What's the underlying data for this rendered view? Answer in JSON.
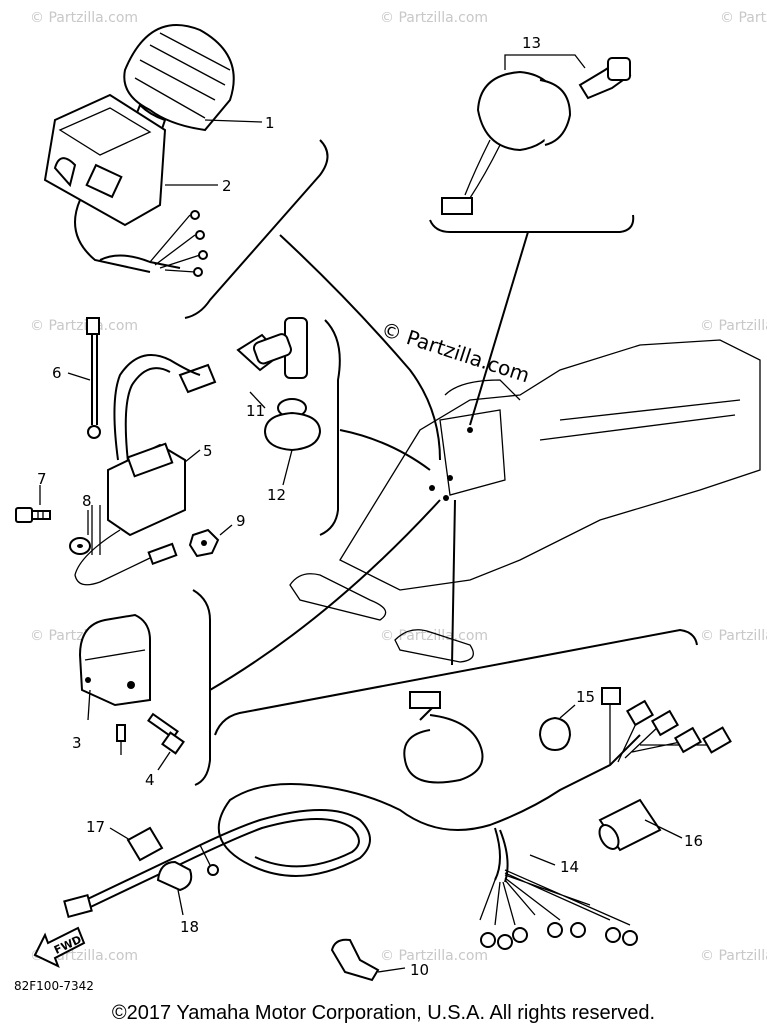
{
  "watermark": {
    "center_text": "© Partzilla.com",
    "tile_text": "© Partzilla.com"
  },
  "callouts": {
    "p1": "1",
    "p2": "2",
    "p3": "3",
    "p4": "4",
    "p5": "5",
    "p6": "6",
    "p7": "7",
    "p8": "8",
    "p9": "9",
    "p10": "10",
    "p11": "11",
    "p12": "12",
    "p13": "13",
    "p14": "14",
    "p15": "15",
    "p16": "16",
    "p17": "17",
    "p18": "18"
  },
  "fwd_label": "FWD",
  "diagram_code": "82F100-7342",
  "copyright": "©2017  Yamaha Motor Corporation, U.S.A. All rights reserved."
}
